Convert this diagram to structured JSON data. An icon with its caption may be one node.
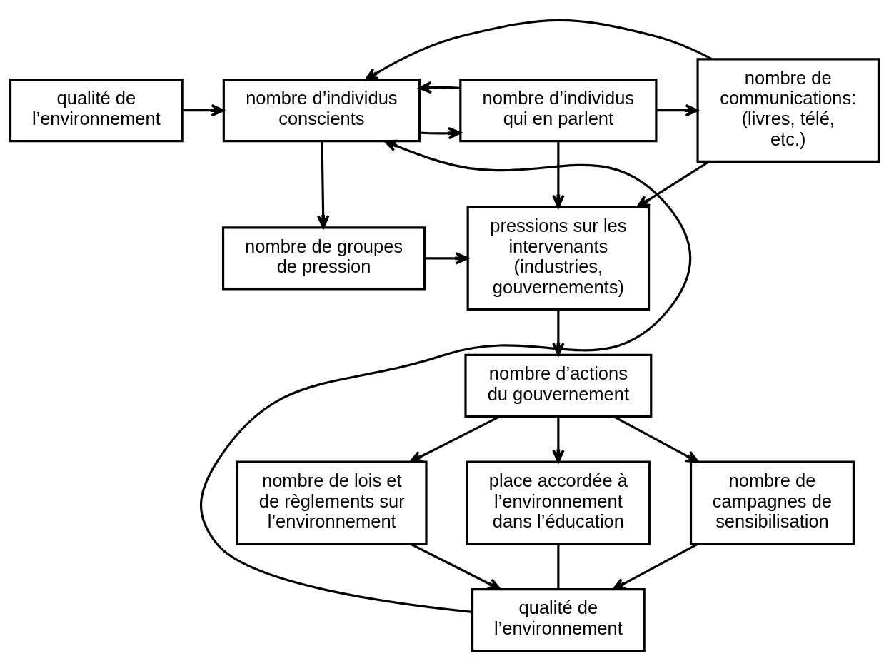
{
  "diagram": {
    "nodes": [
      {
        "text": [
          "qualité de l’environnement"
        ]
      },
      {
        "text": [
          "nombre d’individus conscients"
        ]
      },
      {
        "text": [
          "nombre d’individus qui en parlent"
        ]
      },
      {
        "text": [
          "nombre de communications: (livres, télé, etc.)"
        ]
      },
      {
        "text": [
          "nombre de groupes de pression"
        ]
      },
      {
        "text": [
          "pressions sur les intervenants (industries, gouvernements)"
        ]
      },
      {
        "text": [
          "nombre d’actions du gouvernement"
        ]
      },
      {
        "text": [
          "nombre de lois et de règlements sur l’environnement"
        ]
      },
      {
        "text": [
          "place accordée à l’environnement dans l’éducation"
        ]
      },
      {
        "text": [
          "nombre de campagnes de sensibilisation"
        ]
      },
      {
        "text": [
          "qualité de l’environnement"
        ]
      }
    ],
    "edges": [
      {
        "from": 0,
        "to": 1,
        "arrow": "to"
      },
      {
        "from": 1,
        "to": 2,
        "arrow": "to"
      },
      {
        "from": 2,
        "to": 3,
        "arrow": "to"
      },
      {
        "from": 2,
        "to": 1,
        "arrow": "to"
      },
      {
        "from": 3,
        "to": 1,
        "arrow": "to"
      },
      {
        "from": 1,
        "to": 4,
        "arrow": "to"
      },
      {
        "from": 2,
        "to": 5,
        "arrow": "to"
      },
      {
        "from": 3,
        "to": 5,
        "arrow": "to"
      },
      {
        "from": 4,
        "to": 5,
        "arrow": "to"
      },
      {
        "from": 5,
        "to": 6,
        "arrow": "to"
      },
      {
        "from": 6,
        "to": 7,
        "arrow": "to"
      },
      {
        "from": 6,
        "to": 8,
        "arrow": "to"
      },
      {
        "from": 6,
        "to": 9,
        "arrow": "to"
      },
      {
        "from": 7,
        "to": 10,
        "arrow": "to"
      },
      {
        "from": 8,
        "to": 10,
        "arrow": "none"
      },
      {
        "from": 9,
        "to": 10,
        "arrow": "to"
      },
      {
        "from": 10,
        "to": 1,
        "arrow": "to"
      }
    ]
  }
}
